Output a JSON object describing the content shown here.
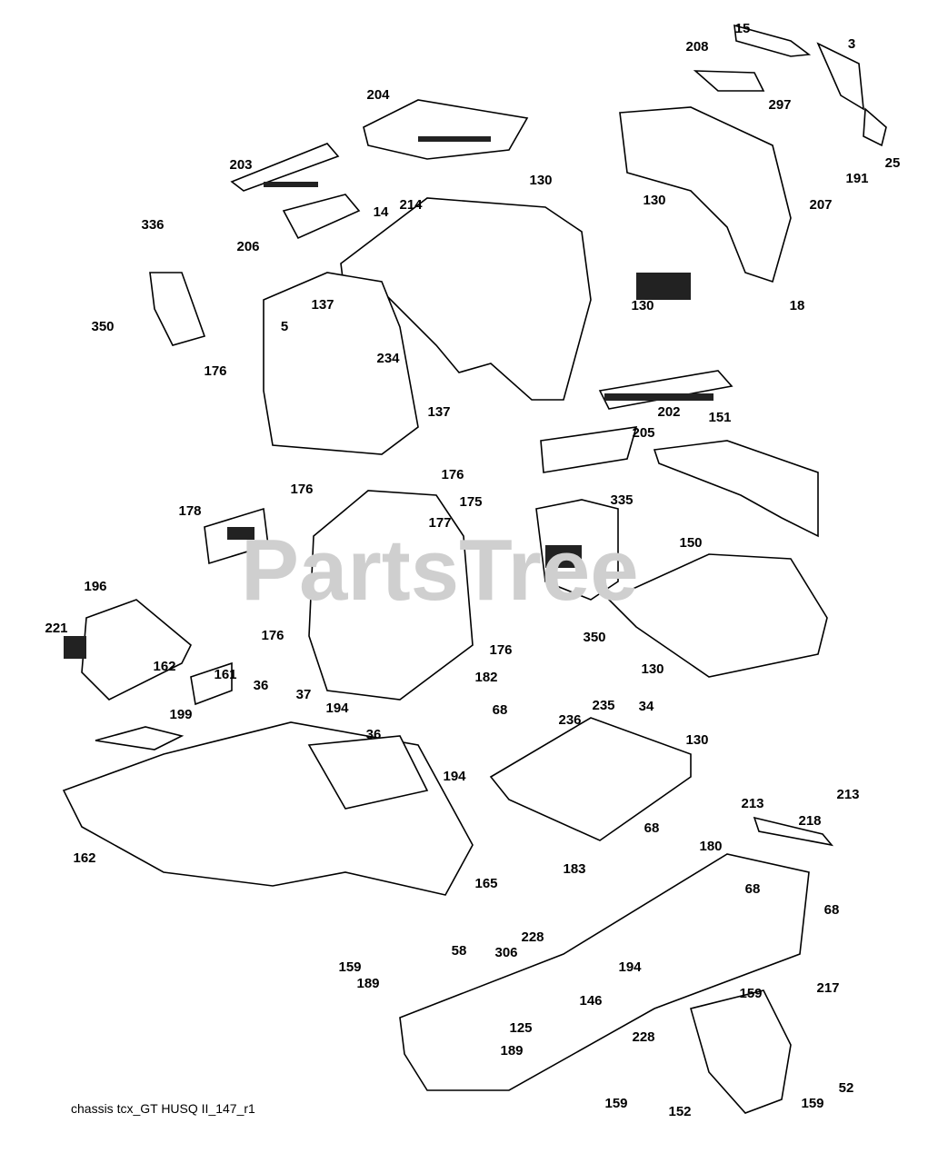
{
  "diagram": {
    "caption": "chassis tcx_GT HUSQ II_147_r1",
    "watermark": "PartsTree",
    "part_labels": [
      "15",
      "208",
      "297",
      "3",
      "25",
      "191",
      "207",
      "204",
      "203",
      "214",
      "130",
      "130",
      "130",
      "18",
      "14",
      "206",
      "336",
      "350",
      "137",
      "234",
      "5",
      "176",
      "137",
      "202",
      "151",
      "205",
      "176",
      "176",
      "178",
      "175",
      "177",
      "335",
      "150",
      "350",
      "130",
      "176",
      "176",
      "182",
      "196",
      "221",
      "162",
      "161",
      "36",
      "37",
      "194",
      "36",
      "199",
      "194",
      "68",
      "235",
      "236",
      "34",
      "130",
      "68",
      "183",
      "165",
      "213",
      "213",
      "218",
      "68",
      "180",
      "68",
      "162",
      "228",
      "58",
      "306",
      "194",
      "189",
      "159",
      "146",
      "125",
      "189",
      "228",
      "159",
      "217",
      "52",
      "152",
      "159",
      "159"
    ]
  }
}
